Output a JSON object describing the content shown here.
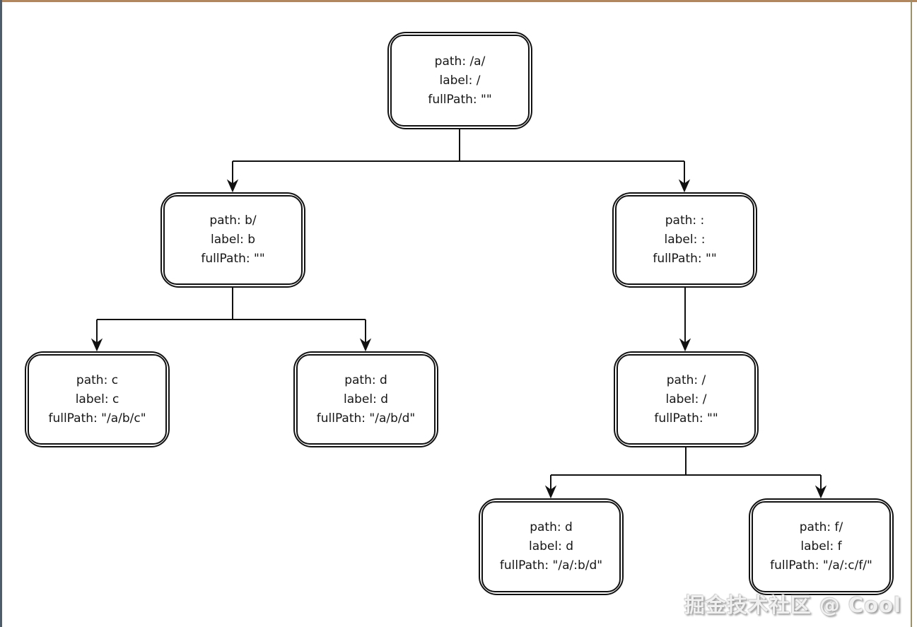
{
  "frame": {
    "top_border_color": "#b1875f",
    "left_border_color": "#4e5d6b",
    "right_line_color": "#9c9168"
  },
  "watermark": "掘金技术社区 @ Cool",
  "diagram": {
    "type": "tree",
    "nodes": [
      {
        "id": "root",
        "lines": [
          "path: /a/",
          "label: /",
          "fullPath: \"\""
        ]
      },
      {
        "id": "b",
        "lines": [
          "path: b/",
          "label: b",
          "fullPath: \"\""
        ]
      },
      {
        "id": "colon",
        "lines": [
          "path: :",
          "label: :",
          "fullPath: \"\""
        ]
      },
      {
        "id": "c",
        "lines": [
          "path: c",
          "label: c",
          "fullPath: \"/a/b/c\""
        ]
      },
      {
        "id": "d1",
        "lines": [
          "path: d",
          "label: d",
          "fullPath: \"/a/b/d\""
        ]
      },
      {
        "id": "slash",
        "lines": [
          "path: /",
          "label: /",
          "fullPath: \"\""
        ]
      },
      {
        "id": "d2",
        "lines": [
          "path: d",
          "label: d",
          "fullPath: \"/a/:b/d\""
        ]
      },
      {
        "id": "f",
        "lines": [
          "path: f/",
          "label: f",
          "fullPath: \"/a/:c/f/\""
        ]
      }
    ],
    "edges": [
      {
        "from": "root",
        "to": "b"
      },
      {
        "from": "root",
        "to": "colon"
      },
      {
        "from": "b",
        "to": "c"
      },
      {
        "from": "b",
        "to": "d1"
      },
      {
        "from": "colon",
        "to": "slash"
      },
      {
        "from": "slash",
        "to": "d2"
      },
      {
        "from": "slash",
        "to": "f"
      }
    ]
  }
}
